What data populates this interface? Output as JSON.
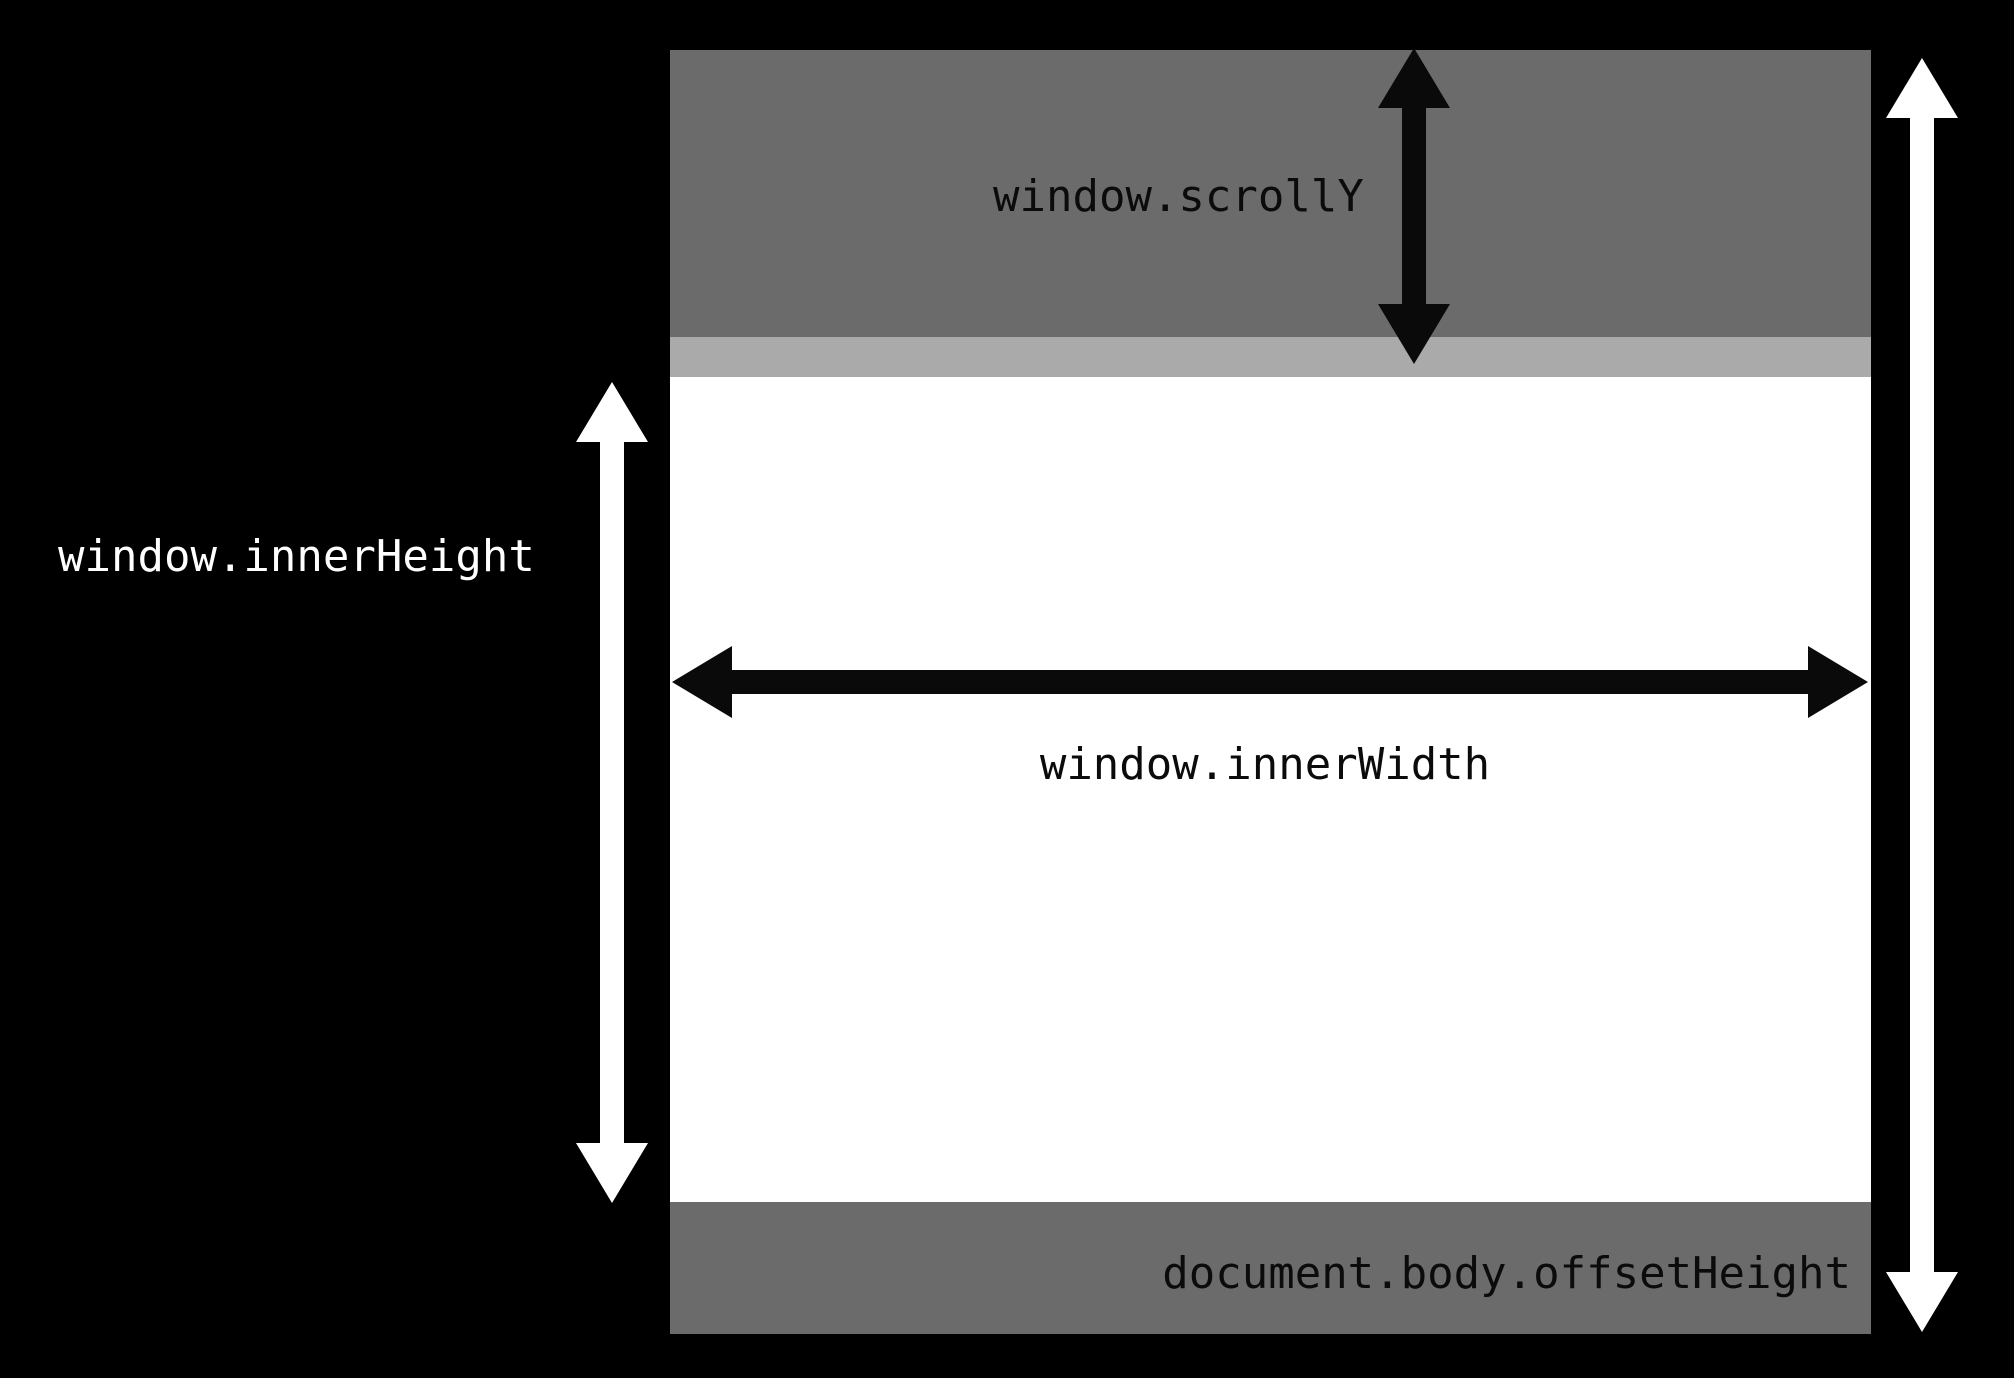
{
  "diagram": {
    "labels": {
      "scroll_y": "window.scrollY",
      "inner_width": "window.innerWidth",
      "inner_height": "window.innerHeight",
      "offset_height": "document.body.offsetHeight"
    },
    "icons": {
      "scroll_y_arrow": "vertical-double-arrow-icon",
      "inner_width_arrow": "horizontal-double-arrow-icon",
      "inner_height_arrow": "vertical-double-arrow-icon",
      "document_height_arrow": "vertical-double-arrow-icon"
    },
    "colors": {
      "background": "#000000",
      "document_band": "#6b6b6b",
      "scroll_strip": "#aaaaaa",
      "viewport": "#ffffff",
      "arrow_dark": "#0a0a0a",
      "arrow_light": "#ffffff",
      "label_dark": "#0b0b0b",
      "label_light": "#ffffff"
    }
  }
}
